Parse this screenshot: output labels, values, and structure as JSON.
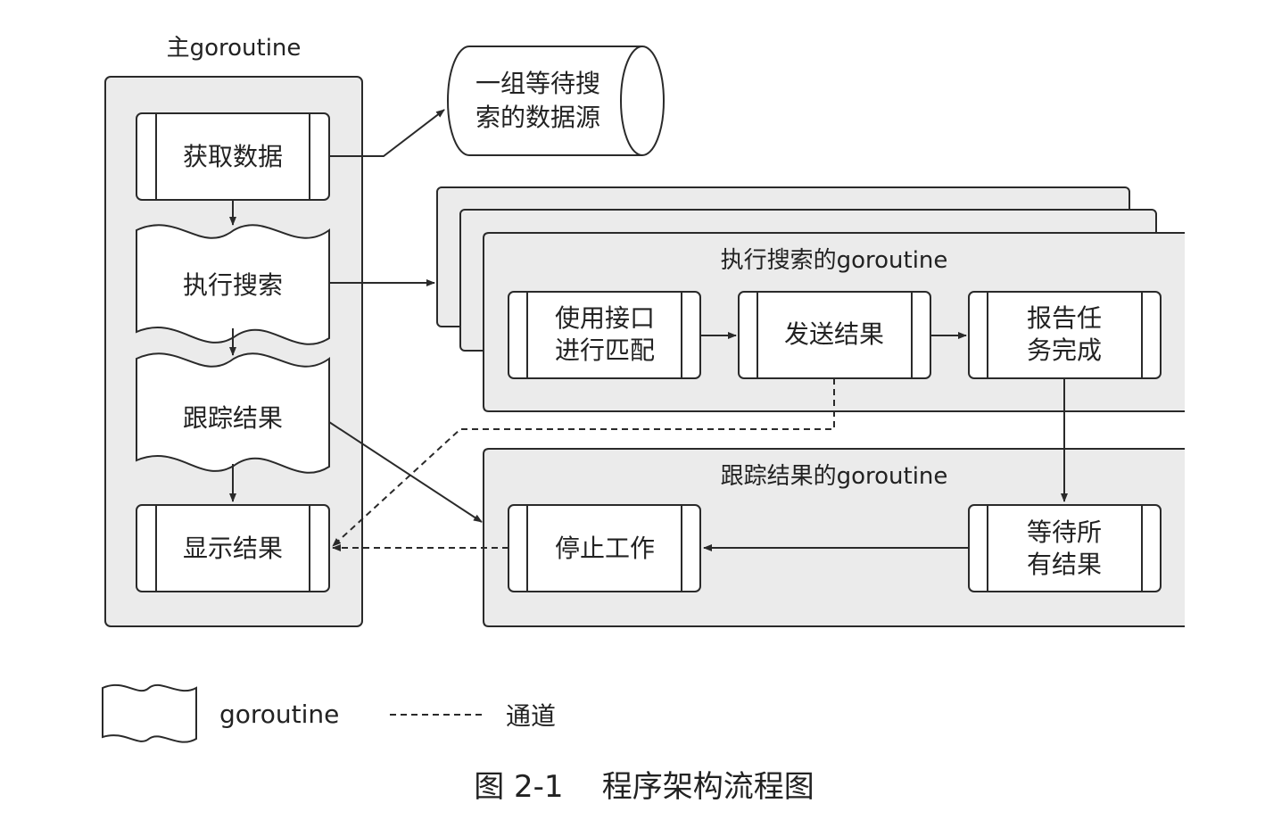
{
  "main": {
    "title": "主goroutine",
    "steps": [
      "获取数据",
      "执行搜索",
      "跟踪结果",
      "显示结果"
    ]
  },
  "datasource": {
    "line1": "一组等待搜",
    "line2": "索的数据源"
  },
  "search": {
    "title": "执行搜索的goroutine",
    "match": {
      "line1": "使用接口",
      "line2": "进行匹配"
    },
    "send": "发送结果",
    "report": {
      "line1": "报告任",
      "line2": "务完成"
    }
  },
  "track": {
    "title": "跟踪结果的goroutine",
    "stop": "停止工作",
    "wait": {
      "line1": "等待所",
      "line2": "有结果"
    }
  },
  "legend": {
    "goroutine": "goroutine",
    "channel": "通道"
  },
  "caption": "图 2-1    程序架构流程图",
  "colors": {
    "panel": "#ebebeb",
    "box": "#ffffff",
    "stroke": "#2a2a2a"
  }
}
